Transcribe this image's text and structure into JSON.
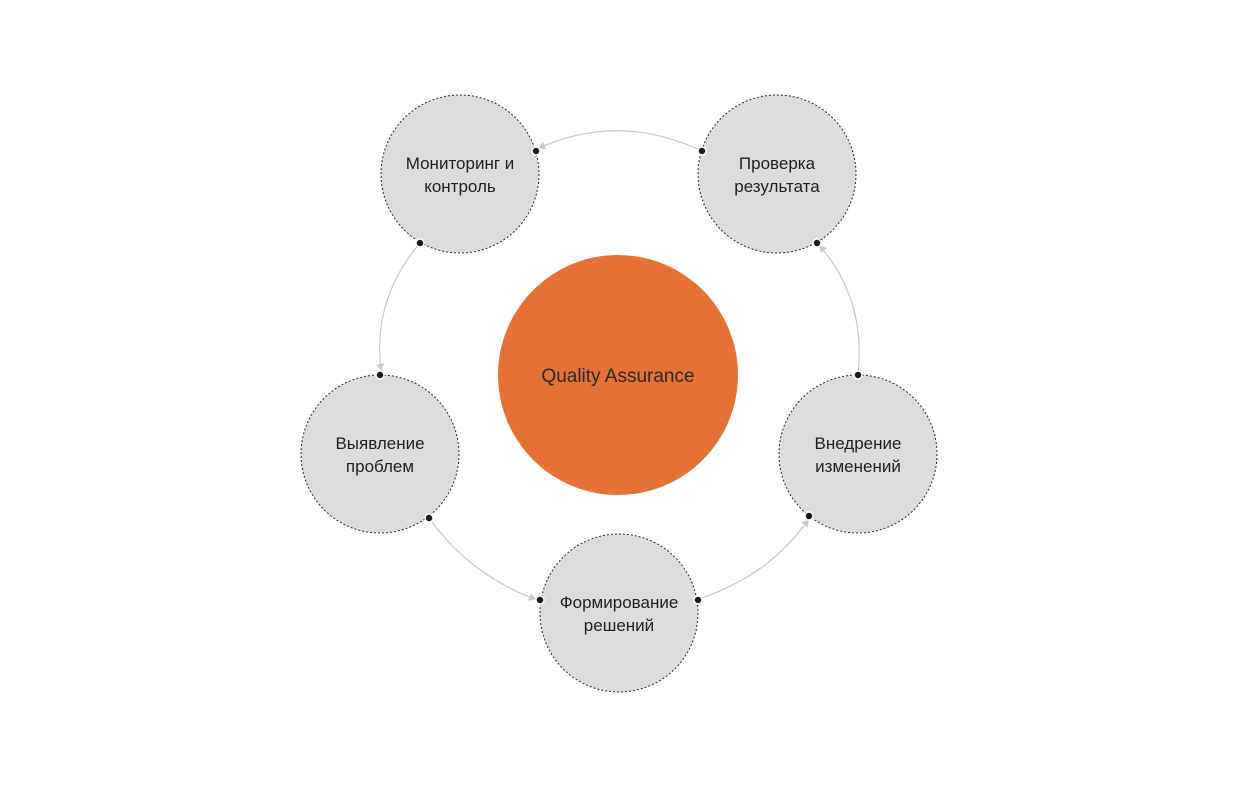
{
  "center": {
    "label": "Quality Assurance",
    "color": "#E57136"
  },
  "node_fill": "#DCDCDC",
  "node_border": "#2b2b2b",
  "connector_color": "#C8C8C8",
  "dot_color": "#1a1a1a",
  "nodes": [
    {
      "id": "monitoring",
      "lines": [
        "Мониторинг и",
        "контроль"
      ]
    },
    {
      "id": "check",
      "lines": [
        "Проверка",
        "результата"
      ]
    },
    {
      "id": "implement",
      "lines": [
        "Внедрение",
        "изменений"
      ]
    },
    {
      "id": "solutions",
      "lines": [
        "Формирование",
        "решений"
      ]
    },
    {
      "id": "problems",
      "lines": [
        "Выявление",
        "проблем"
      ]
    }
  ]
}
